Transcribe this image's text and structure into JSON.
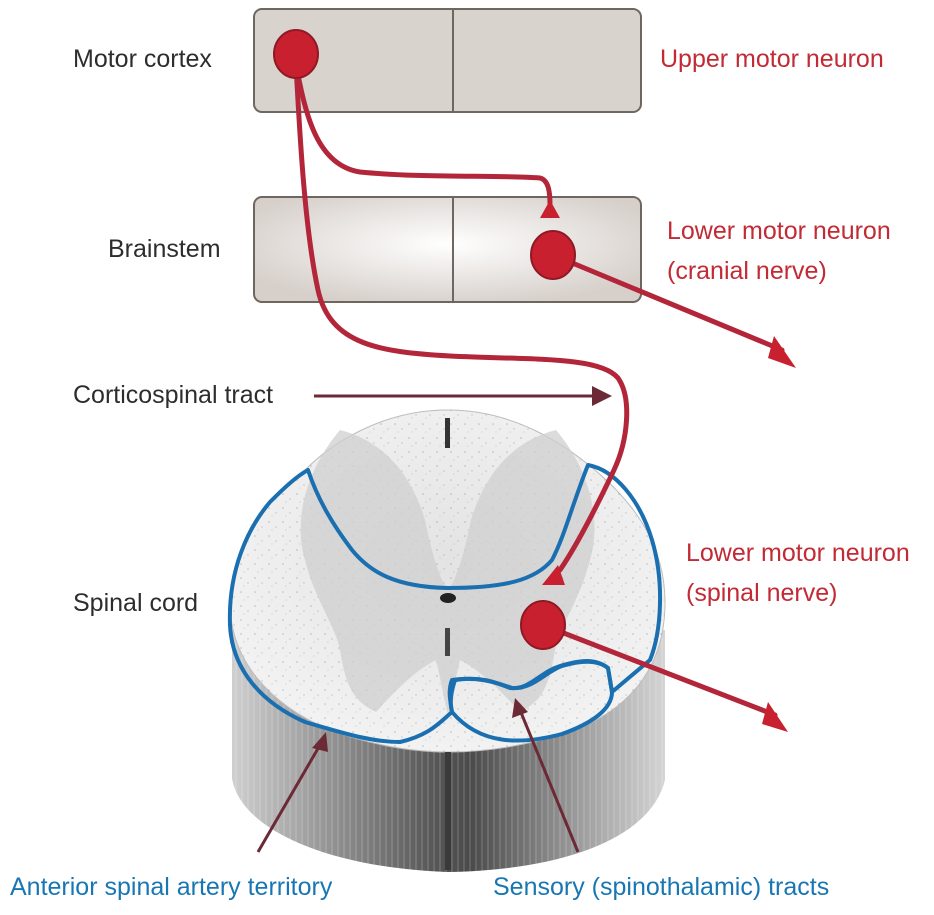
{
  "labels": {
    "motor_cortex": "Motor cortex",
    "brainstem": "Brainstem",
    "corticospinal_tract": "Corticospinal tract",
    "spinal_cord": "Spinal cord",
    "upper_motor_neuron": "Upper motor neuron",
    "lower_motor_neuron_cranial_1": "Lower motor neuron",
    "lower_motor_neuron_cranial_2": "(cranial nerve)",
    "lower_motor_neuron_spinal_1": "Lower motor neuron",
    "lower_motor_neuron_spinal_2": "(spinal nerve)",
    "anterior_spinal_artery": "Anterior spinal artery territory",
    "sensory_tracts": "Sensory (spinothalamic) tracts"
  },
  "colors": {
    "neuron_red": "#c8202f",
    "pathway_red": "#b3263a",
    "label_red": "#c22a35",
    "territory_blue": "#1a6fb0",
    "label_blue": "#1877b3",
    "pointer_brown": "#6b2a35",
    "box_fill": "#d9d3ce",
    "box_stroke": "#6f6660"
  }
}
